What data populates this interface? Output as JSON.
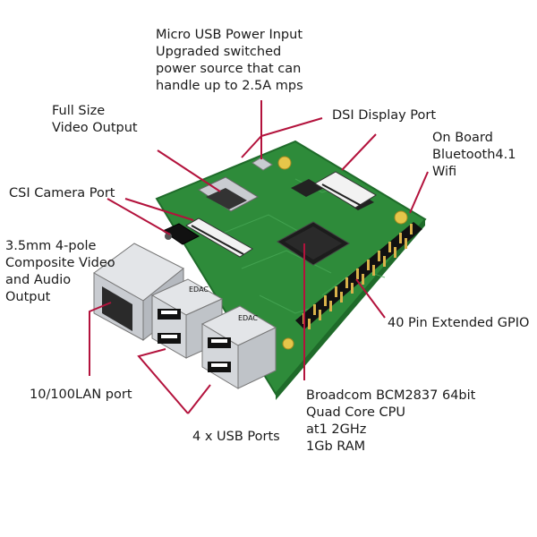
{
  "labels": {
    "micro_usb": "Micro USB Power Input\nUpgraded switched\npower source that can\nhandle up to 2.5A mps",
    "full_size_video": "Full Size\nVideo Output",
    "dsi_display": "DSI Display Port",
    "bluetooth_wifi": "On Board\nBluetooth4.1\nWifi",
    "csi_camera": "CSI Camera Port",
    "composite_audio": "3.5mm 4-pole\nComposite Video\nand Audio\nOutput",
    "gpio": "40 Pin Extended GPIO",
    "lan": "10/100LAN port",
    "usb_ports": "4 x USB Ports",
    "soc": "Broadcom BCM2837 64bit\nQuad Core CPU\nat1  2GHz\n1Gb RAM"
  },
  "board": {
    "usb_brand": "EDAC"
  },
  "colors": {
    "leader_line": "#b3123c",
    "pcb": "#2e8b3a",
    "pcb_dark": "#1f6b2a",
    "silver": "#c9ccd1",
    "chip": "#1c1c1c",
    "gold": "#d9b24a"
  }
}
